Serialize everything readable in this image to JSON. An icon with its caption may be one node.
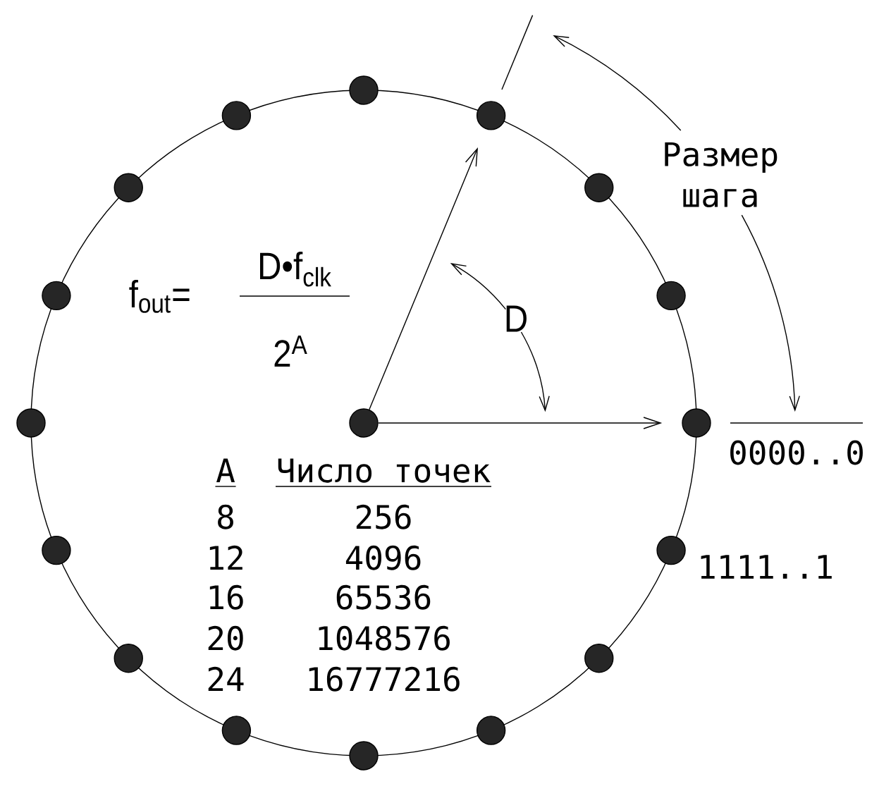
{
  "diagram": {
    "nodes": [
      {
        "text": [],
        "shape": "circle"
      },
      {
        "text": [],
        "shape": "circle"
      },
      {
        "text": [],
        "shape": "circle"
      },
      {
        "text": [],
        "shape": "circle"
      },
      {
        "text": [],
        "shape": "circle"
      },
      {
        "text": [],
        "shape": "circle"
      },
      {
        "text": [],
        "shape": "circle"
      },
      {
        "text": [],
        "shape": "circle"
      },
      {
        "text": [],
        "shape": "circle"
      },
      {
        "text": [],
        "shape": "circle",
        "beside": [
          "0000..0"
        ]
      },
      {
        "text": [],
        "shape": "circle"
      },
      {
        "text": [],
        "shape": "circle",
        "beside": [
          "1111..1"
        ]
      },
      {
        "text": [],
        "shape": "circle"
      },
      {
        "text": [],
        "shape": "circle"
      },
      {
        "text": [],
        "shape": "circle"
      },
      {
        "text": [],
        "shape": "circle"
      },
      {
        "text": [],
        "shape": "circle"
      }
    ],
    "edges": [
      {
        "from": 8,
        "to": 2,
        "arrow": "to"
      },
      {
        "from": 8,
        "to": 9,
        "arrow": "to"
      }
    ],
    "labels": [
      "Размер шага",
      "f$_{out}$=",
      "D•f$_{clk}$",
      "2$^{A}$",
      "D",
      "A",
      "Число точек",
      "8",
      "256",
      "12",
      "4096",
      "16",
      "65536",
      "20",
      "1048576",
      "24",
      "16777216"
    ]
  }
}
